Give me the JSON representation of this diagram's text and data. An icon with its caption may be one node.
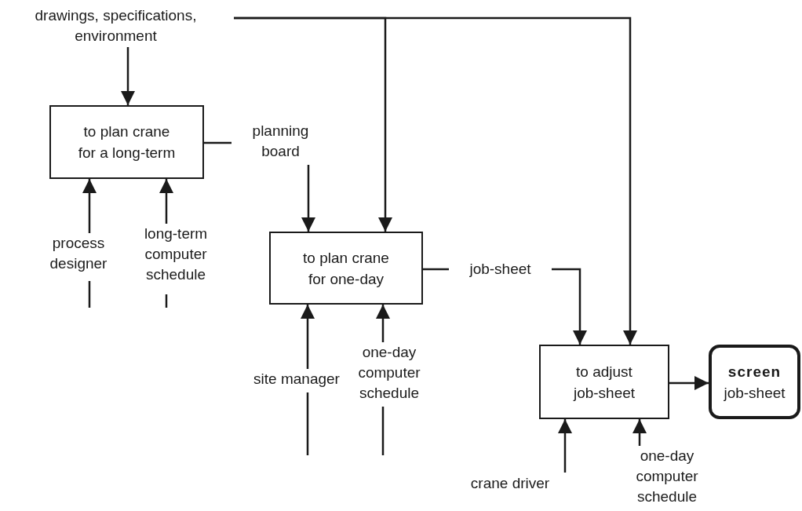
{
  "diagram": {
    "nodes": [
      {
        "text": [
          "drawings, specifications, environment"
        ]
      },
      {
        "text": [
          "to plan crane for a long-term"
        ]
      },
      {
        "text": [
          "planning board"
        ]
      },
      {
        "text": [
          "process designer"
        ]
      },
      {
        "text": [
          "long-term computer schedule"
        ]
      },
      {
        "text": [
          "to plan crane for one-day"
        ]
      },
      {
        "text": [
          "job-sheet"
        ]
      },
      {
        "text": [
          "site manager"
        ]
      },
      {
        "text": [
          "one-day computer schedule"
        ]
      },
      {
        "text": [
          "to adjust job-sheet"
        ]
      },
      {
        "text": [
          "screen",
          "job-sheet"
        ]
      },
      {
        "text": [
          "crane driver"
        ]
      },
      {
        "text": [
          "one-day computer schedule"
        ]
      }
    ],
    "edges": [
      {
        "from": 0,
        "to": 1,
        "arrow": "to"
      },
      {
        "from": 0,
        "to": 5,
        "arrow": "to"
      },
      {
        "from": 0,
        "to": 9,
        "arrow": "to"
      },
      {
        "from": 1,
        "to": 2,
        "arrow": "none"
      },
      {
        "from": 2,
        "to": 5,
        "arrow": "to"
      },
      {
        "from": 3,
        "to": 1,
        "arrow": "to"
      },
      {
        "from": null,
        "to": 3,
        "arrow": "none"
      },
      {
        "from": 4,
        "to": 1,
        "arrow": "to"
      },
      {
        "from": null,
        "to": 4,
        "arrow": "none"
      },
      {
        "from": 5,
        "to": 6,
        "arrow": "none"
      },
      {
        "from": 6,
        "to": 9,
        "arrow": "to"
      },
      {
        "from": 7,
        "to": 5,
        "arrow": "to"
      },
      {
        "from": null,
        "to": 7,
        "arrow": "none"
      },
      {
        "from": 8,
        "to": 5,
        "arrow": "to"
      },
      {
        "from": null,
        "to": 8,
        "arrow": "none"
      },
      {
        "from": 9,
        "to": 10,
        "arrow": "to"
      },
      {
        "from": 11,
        "to": 9,
        "arrow": "to"
      },
      {
        "from": 12,
        "to": 9,
        "arrow": "to"
      }
    ]
  }
}
